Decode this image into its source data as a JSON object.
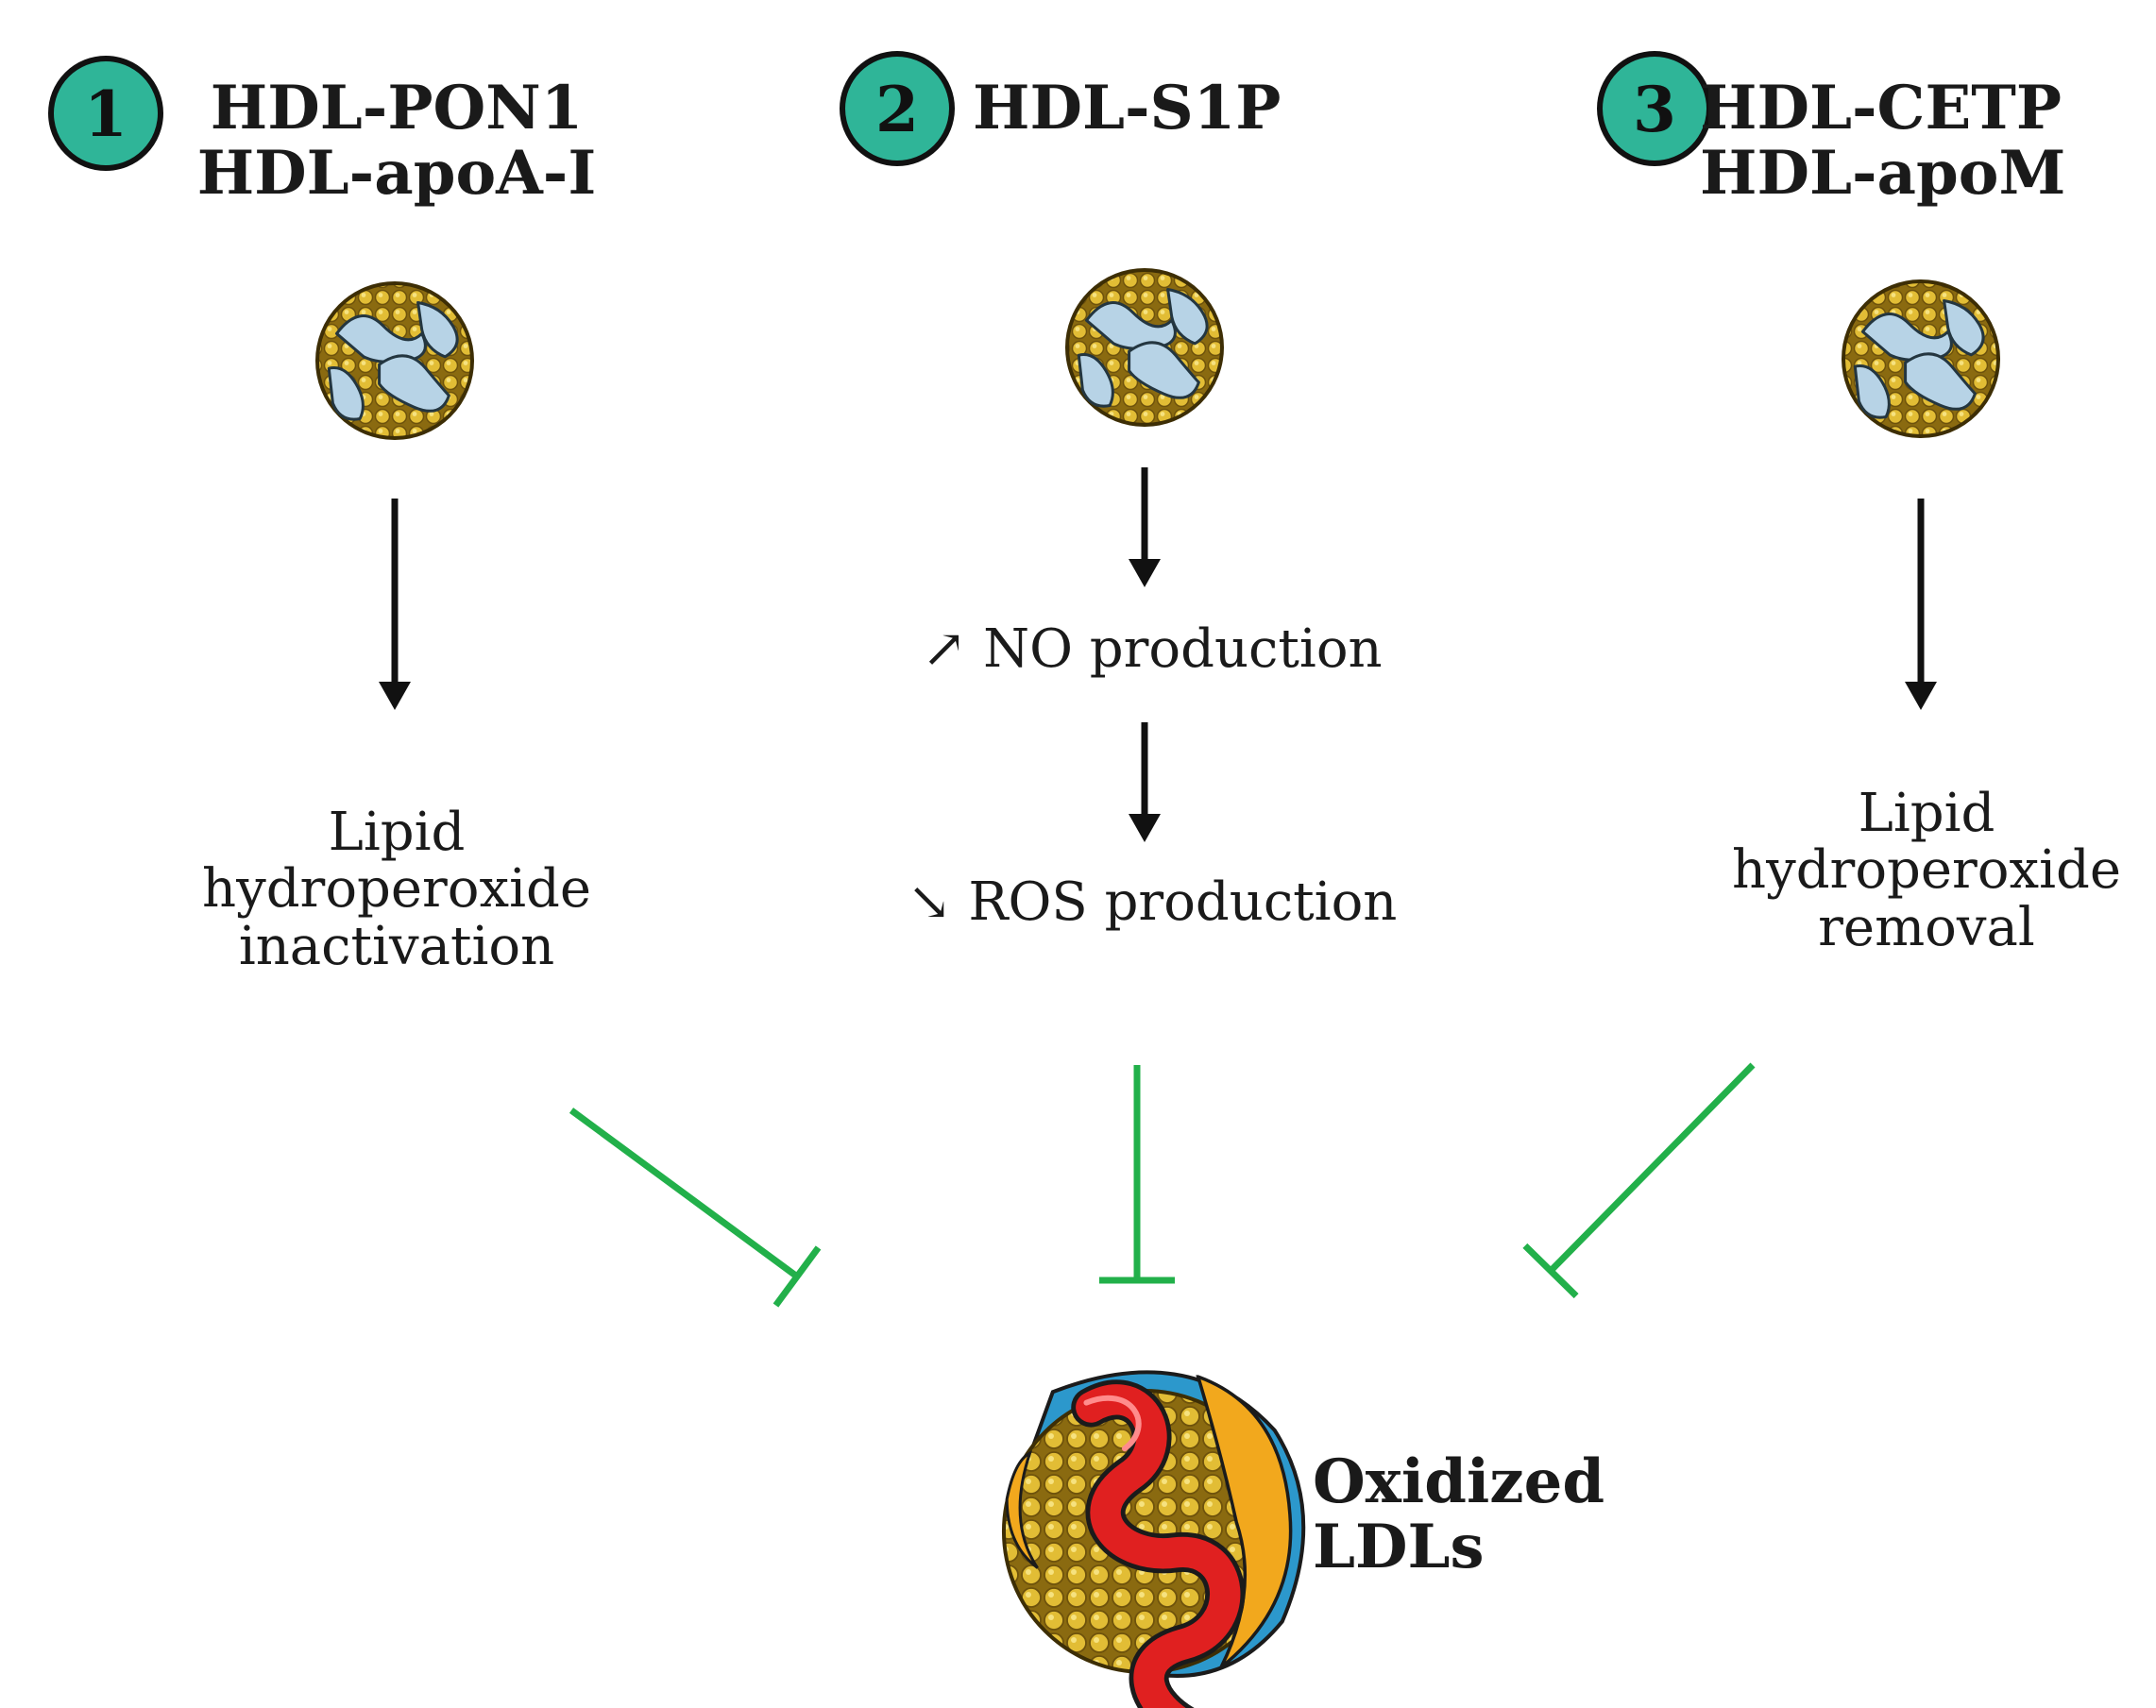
{
  "pathways": [
    {
      "number": "1",
      "lines": [
        "HDL-PON1",
        "HDL-apoA-I"
      ],
      "effects": [
        {
          "lines": [
            "Lipid",
            "hydroperoxide",
            "inactivation"
          ]
        }
      ]
    },
    {
      "number": "2",
      "lines": [
        "HDL-S1P"
      ],
      "effects": [
        {
          "lines": [
            "↗ NO production"
          ]
        },
        {
          "lines": [
            "↘ ROS production"
          ]
        }
      ]
    },
    {
      "number": "3",
      "lines": [
        "HDL-CETP",
        "HDL-apoM"
      ],
      "effects": [
        {
          "lines": [
            "Lipid",
            "hydroperoxide",
            "removal"
          ]
        }
      ]
    }
  ],
  "target": {
    "lines": [
      "Oxidized",
      "LDLs"
    ]
  },
  "colors": {
    "badge_fill": "#2fb598",
    "badge_stroke": "#111111",
    "inhibition": "#22b04a",
    "arrow": "#111111",
    "lipid_gold": "#d9b12a",
    "apo_blue": "#b7d3e6",
    "oxidized_red": "#e02020",
    "oxidized_orange": "#f2a81d"
  },
  "icons": {
    "hdl_particle": "hdl-particle-icon",
    "ldl_particle": "oxidized-ldl-particle-icon",
    "activation_arrow": "arrow-down-icon",
    "inhibition_bar": "inhibition-t-bar-icon"
  }
}
